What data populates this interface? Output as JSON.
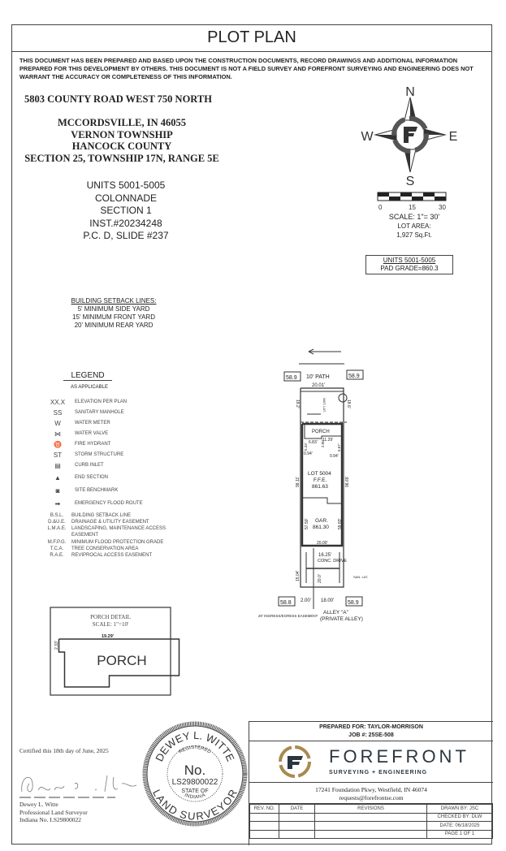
{
  "title": "PLOT PLAN",
  "disclaimer": "THIS DOCUMENT HAS BEEN PREPARED AND BASED UPON THE CONSTRUCTION DOCUMENTS, RECORD DRAWINGS AND ADDITIONAL INFORMATION PREPARED FOR THIS DEVELOPMENT BY OTHERS. THIS DOCUMENT IS NOT A FIELD SURVEY AND FOREFRONT SURVEYING AND ENGINEERING DOES NOT WARRANT THE ACCURACY OR COMPLETENESS OF THIS INFORMATION.",
  "address": {
    "street": "5803 COUNTY ROAD WEST 750 NORTH",
    "lines": [
      "MCCORDSVILLE, IN 46055",
      "VERNON TOWNSHIP",
      "HANCOCK COUNTY",
      "SECTION 25, TOWNSHIP 17N, RANGE 5E"
    ]
  },
  "subdivision": [
    "UNITS 5001-5005",
    "COLONNADE",
    "SECTION 1",
    "INST.#20234248",
    "P.C. D, SLIDE #237"
  ],
  "compass": {
    "n": "N",
    "s": "S",
    "e": "E",
    "w": "W"
  },
  "scale": {
    "ticks": [
      "0",
      "15",
      "30"
    ],
    "label": "SCALE:  1\"=  30'",
    "lot_area_label": "LOT AREA:",
    "lot_area": "1,927 Sq.Ft."
  },
  "pad": {
    "units": "UNITS 5001-5005",
    "grade": "PAD GRADE=860.3"
  },
  "setback": {
    "title": "BUILDING SETBACK LINES:",
    "lines": [
      "5' MINIMUM SIDE YARD",
      "15' MINIMUM FRONT YARD",
      "20' MINIMUM REAR YARD"
    ]
  },
  "legend": {
    "title": "LEGEND",
    "subtitle": "AS APPLICABLE",
    "items": [
      {
        "icon": "elevation-box",
        "symbol": "XX.X",
        "label": "ELEVATION PER PLAN"
      },
      {
        "icon": "sanitary-manhole",
        "symbol": "SS",
        "label": "SANITARY MANHOLE"
      },
      {
        "icon": "water-meter",
        "symbol": "W",
        "label": "WATER METER"
      },
      {
        "icon": "water-valve",
        "symbol": "⋈",
        "label": "WATER VALVE"
      },
      {
        "icon": "fire-hydrant",
        "symbol": "♉",
        "label": "FIRE HYDRANT"
      },
      {
        "icon": "storm-structure",
        "symbol": "ST",
        "label": "STORM STRUCTURE"
      },
      {
        "icon": "curb-inlet",
        "symbol": "▤",
        "label": "CURB INLET"
      },
      {
        "icon": "end-section",
        "symbol": "▲",
        "label": "END SECTION"
      },
      {
        "icon": "site-benchmark",
        "symbol": "◙",
        "label": "SITE BENCHMARK"
      },
      {
        "icon": "flood-route-arrow",
        "symbol": "➡",
        "label": "EMERGENCY FLOOD ROUTE"
      }
    ],
    "abbreviations": [
      {
        "abbr": "B.S.L.",
        "label": "BUILDING SETBACK LINE"
      },
      {
        "abbr": "D.&U.E.",
        "label": "DRAINAGE & UTILITY EASEMENT"
      },
      {
        "abbr": "L.M.A.E.",
        "label": "LANDSCAPING, MAINTENANCE ACCESS EASEMENT"
      },
      {
        "abbr": "M.F.P.G.",
        "label": "MINIMUM FLOOD PROTECTION GRADE"
      },
      {
        "abbr": "T.C.A.",
        "label": "TREE CONSERVATION AREA"
      },
      {
        "abbr": "R.A.E.",
        "label": "REVIPROCAL ACCESS EASEMENT"
      }
    ]
  },
  "plot": {
    "path": "10' PATH",
    "elev_tl": "58.9",
    "elev_tr": "58.9",
    "elev_bl": "58.8",
    "elev_br": "58.9",
    "top_width": "20.01'",
    "left_front": "18.2'",
    "right_front": "18.6'",
    "wat_lat": "WAT. LAT.",
    "porch": "PORCH",
    "d1": "6.83'",
    "d2": "2.00'",
    "d3": "11.29'",
    "d4": "5.33'",
    "d5": "5.67'",
    "d6": "0.94'",
    "d7": "0.94'",
    "lot": "LOT 5004",
    "ffe_label": "F.F.E.",
    "ffe": "861.63",
    "left_depth": "98.11'",
    "right_depth": "98.65'",
    "gar": "GAR.",
    "gar_elev": "861.30",
    "gar_left": "57.50'",
    "gar_right": "59.83'",
    "gar_width": "20.00'",
    "drive_width": "16.25'",
    "drive": "CONC. DRIVE",
    "drive_len": "20.0'",
    "left_rear": "15.04'",
    "san_lat": "SAN. LAT.",
    "rear_left": "2.00'",
    "rear_right": "18.00'",
    "alley": "ALLEY \"A\"",
    "alley2": "(PRIVATE ALLEY)",
    "easement": "20' INGRESS/EGRESS EASEMENT"
  },
  "porch_detail": {
    "title": "PORCH DETAIL",
    "scale": "SCALE: 1\"=10'",
    "width": "19.29'",
    "depth": "2.33'",
    "label": "PORCH"
  },
  "certification": {
    "text": "Certified this 18th day of June, 2025",
    "name": "Dewey L. Witte",
    "role": "Professional Land Surveyor",
    "license": "Indiana No. LS29800022"
  },
  "seal": {
    "top": "DEWEY L. WITTE",
    "registered": "REGISTERED",
    "no": "No.",
    "number": "LS29800022",
    "state_of": "STATE OF",
    "state": "INDIANA",
    "bottom": "LAND SURVEYOR"
  },
  "title_block": {
    "prepared_for": "PREPARED FOR: TAYLOR-MORRISON",
    "job": "JOB #: 25SE-508",
    "company": "FOREFRONT",
    "tagline": "SURVEYING + ENGINEERING",
    "address": "17241 Foundation Pkwy, Westfield, IN 46074",
    "email": "requests@forefrontse.com",
    "headers": [
      "REV. NO.",
      "DATE",
      "REVISIONS"
    ],
    "drawn_by": "DRAWN BY: JSC",
    "checked_by": "CHECKED BY: DLW",
    "date": "DATE: 06/18/2025",
    "page": "PAGE 1 OF 1",
    "colors": {
      "gold": "#a88a4f",
      "navy": "#2b3640"
    }
  }
}
